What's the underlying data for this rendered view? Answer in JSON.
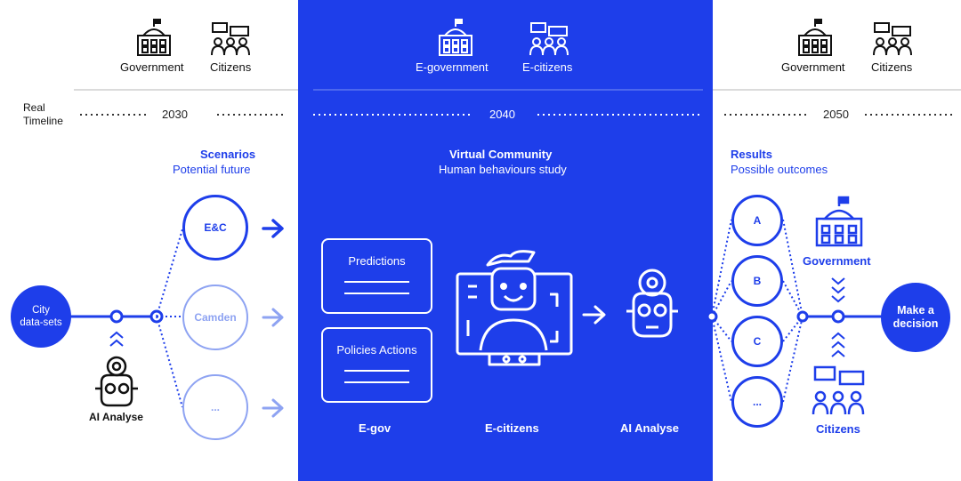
{
  "header": {
    "left": {
      "government": "Government",
      "citizens": "Citizens"
    },
    "middle": {
      "government": "E-government",
      "citizens": "E-citizens"
    },
    "right": {
      "government": "Government",
      "citizens": "Citizens"
    }
  },
  "timeline": {
    "label_line1": "Real",
    "label_line2": "Timeline",
    "years": [
      "2030",
      "2040",
      "2050"
    ]
  },
  "scenarios": {
    "title": "Scenarios",
    "subtitle": "Potential future",
    "items": [
      "E&C",
      "Camden",
      "..."
    ]
  },
  "virtual_community": {
    "title": "Virtual Community",
    "subtitle": "Human behaviours study"
  },
  "results": {
    "title": "Results",
    "subtitle": "Possible outcomes",
    "items": [
      "A",
      "B",
      "C",
      "..."
    ]
  },
  "left_block": {
    "city_line1": "City",
    "city_line2": "data-sets",
    "ai_label": "AI Analyse"
  },
  "middle_block": {
    "predictions": "Predictions",
    "policies": "Policies Actions",
    "egov": "E-gov",
    "ecitizens": "E-citizens",
    "ai_label": "AI Analyse"
  },
  "right_block": {
    "government": "Government",
    "citizens": "Citizens",
    "decision_line1": "Make a",
    "decision_line2": "decision"
  },
  "colors": {
    "accent": "#1e3eea",
    "faded": "#8ea3f2",
    "text": "#111111",
    "white": "#ffffff"
  },
  "icons": [
    "government-building-icon",
    "citizens-chat-icon",
    "robot-icon",
    "arrow-right-icon",
    "chevron-up-icon",
    "chevron-down-icon"
  ]
}
